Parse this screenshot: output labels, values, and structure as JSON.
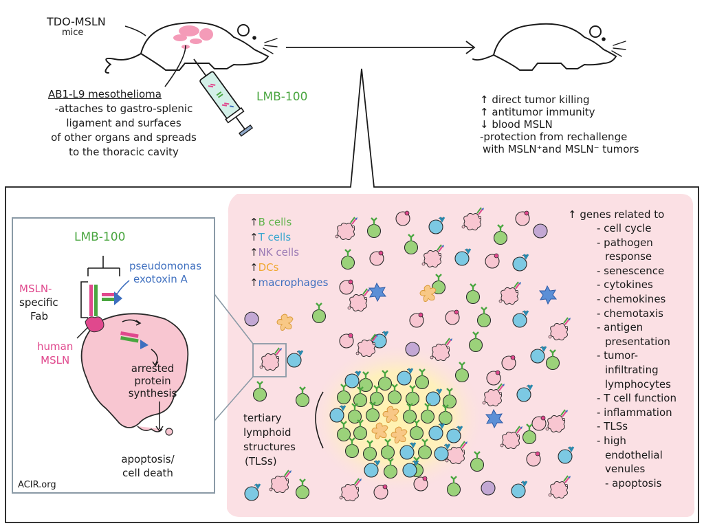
{
  "top": {
    "mouse_label": "TDO-MSLN",
    "mouse_label_sub": "mice",
    "tumor_title": "AB1-L9 mesothelioma",
    "tumor_desc": [
      "-attaches to gastro-splenic",
      "ligament and surfaces",
      "of other organs and spreads",
      "to the thoracic cavity"
    ],
    "drug_label": "LMB-100",
    "outcomes": [
      "↑ direct tumor killing",
      "↑ antitumor immunity",
      "↓ blood MSLN",
      "-protection from rechallenge",
      "with MSLN⁺and MSLN⁻ tumors"
    ]
  },
  "inset": {
    "drug_label": "LMB-100",
    "toxin_label": [
      "pseudomonas",
      "exotoxin A"
    ],
    "fab_label": [
      "MSLN-",
      "specific",
      "Fab"
    ],
    "antigen_label": [
      "human",
      "MSLN"
    ],
    "arrested_label": [
      "arrested",
      "protein",
      "synthesis"
    ],
    "death_label": [
      "apoptosis/",
      "cell death"
    ],
    "credit": "ACIR.org"
  },
  "tumor_env": {
    "cell_increases": [
      {
        "text": "↑B cells",
        "color": "#5fb34a"
      },
      {
        "text": "↑T cells",
        "color": "#3aa6cf"
      },
      {
        "text": "↑NK cells",
        "color": "#9b7bb5"
      },
      {
        "text": "↑DCs",
        "color": "#f0a830"
      },
      {
        "text": "↑macrophages",
        "color": "#3e6fbf"
      }
    ],
    "genes_title": "↑ genes related to",
    "genes": [
      "- cell cycle",
      "- pathogen",
      "response",
      "- senescence",
      "- cytokines",
      "- chemokines",
      "- chemotaxis",
      "- antigen",
      "presentation",
      "- tumor-",
      "infiltrating",
      "lymphocytes",
      "- T cell function",
      "- inflammation",
      "- TLSs",
      "- high",
      "endothelial",
      "venules",
      "- apoptosis"
    ],
    "gene_continuation_rows": [
      2,
      8,
      10,
      11,
      16,
      17,
      18
    ],
    "tls_label": [
      "tertiary",
      "lymphoid",
      "structures",
      "(TLSs)"
    ]
  },
  "colors": {
    "pink_bg": "#fbe0e4",
    "tumor_cell": "#f8c6d1",
    "msln_magenta": "#e0488d",
    "b_cell": "#9bd27a",
    "t_cell": "#7cc9e3",
    "nk_cell": "#c3a8d4",
    "dc": "#f8c886",
    "macrophage": "#5b8fd6",
    "drug_green": "#4aa640",
    "toxin_blue": "#3e6fbf"
  },
  "icons": [
    "mouse-icon",
    "syringe-icon",
    "tumor-cell-icon",
    "b-cell-icon",
    "t-cell-icon",
    "nk-cell-icon",
    "dendritic-cell-icon",
    "macrophage-icon",
    "immunotoxin-icon"
  ]
}
